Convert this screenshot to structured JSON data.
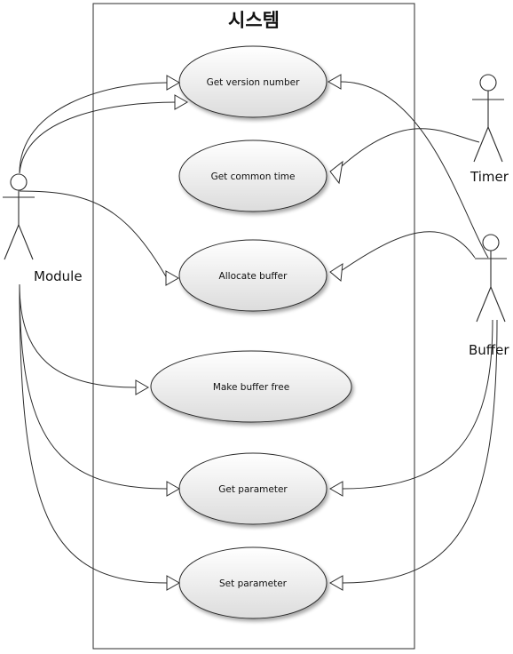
{
  "system": {
    "title": "시스템"
  },
  "use_cases": [
    {
      "id": "uc-get-version-number",
      "label": "Get version number"
    },
    {
      "id": "uc-get-common-time",
      "label": "Get common time"
    },
    {
      "id": "uc-allocate-buffer",
      "label": "Allocate buffer"
    },
    {
      "id": "uc-make-buffer-free",
      "label": "Make buffer free"
    },
    {
      "id": "uc-get-parameter",
      "label": "Get parameter"
    },
    {
      "id": "uc-set-parameter",
      "label": "Set parameter"
    }
  ],
  "actors": [
    {
      "id": "actor-module",
      "label": "Module"
    },
    {
      "id": "actor-timer",
      "label": "Timer"
    },
    {
      "id": "actor-buffer",
      "label": "Buffer"
    }
  ],
  "colors": {
    "line": "#2b2b2b",
    "ellipse_top": "#ffffff",
    "ellipse_bottom": "#dcdcdc",
    "background": "#ffffff"
  }
}
